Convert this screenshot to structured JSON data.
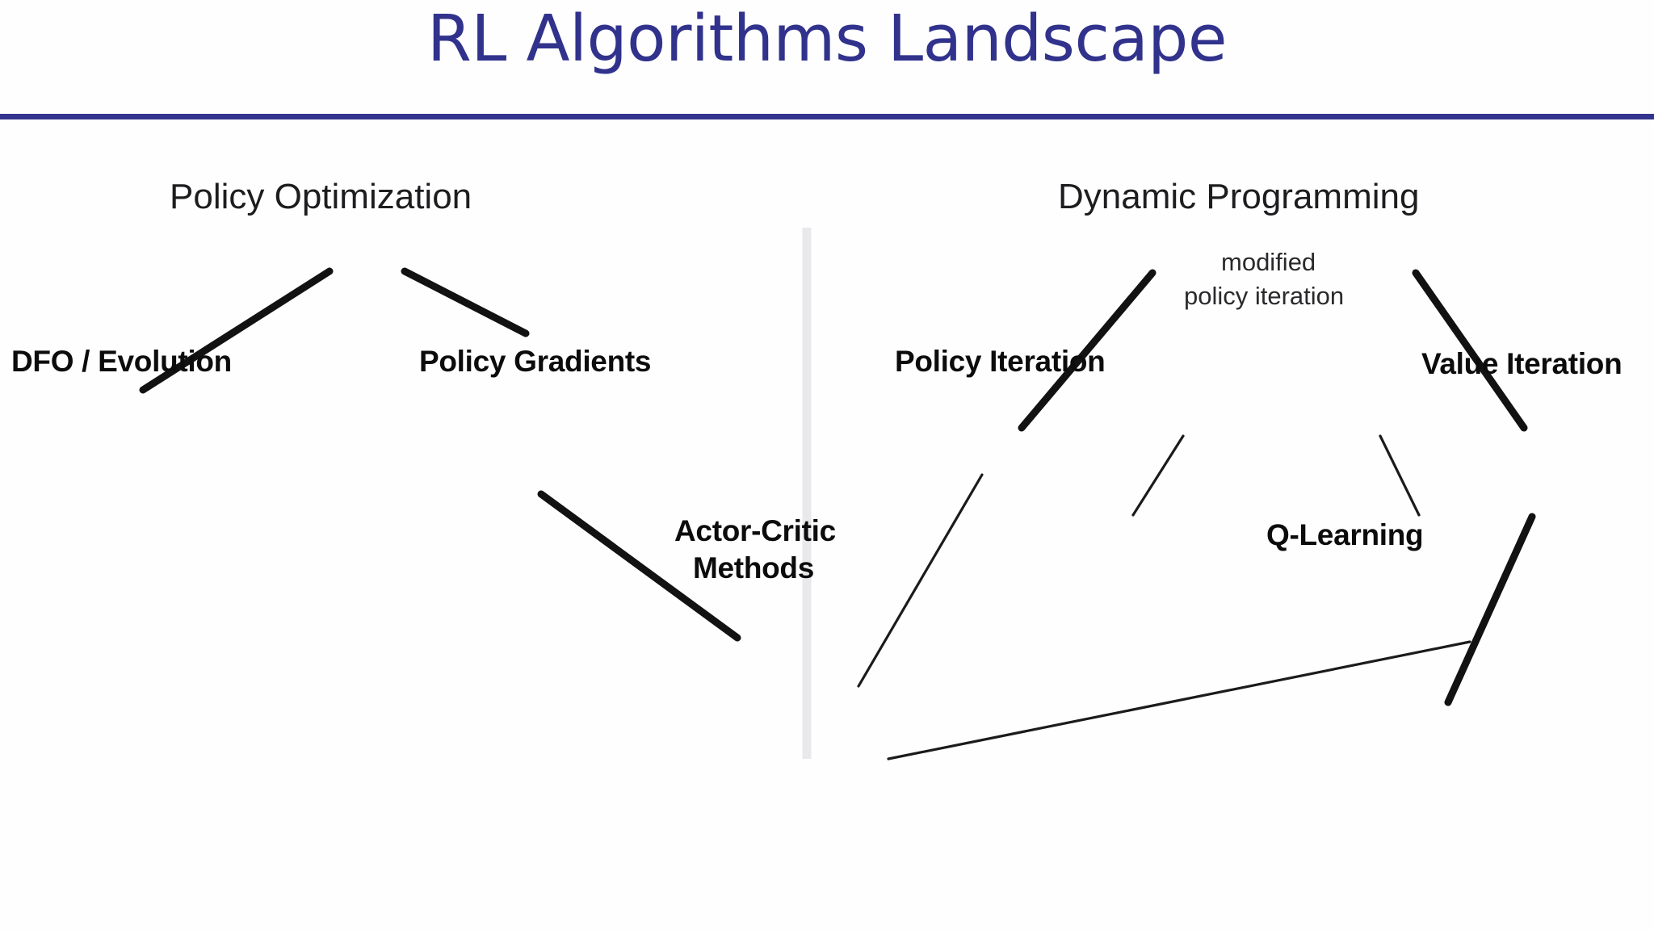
{
  "slide": {
    "title": "RL Algorithms Landscape",
    "title_color": "#31328c",
    "rule_color": "#33348d",
    "background": "#fefeff"
  },
  "diagram": {
    "divider_color": "#e9e9ec",
    "edge_color": "#121212",
    "nodes": {
      "policy_optimization": "Policy Optimization",
      "dfo_evolution": "DFO / Evolution",
      "policy_gradients": "Policy Gradients",
      "actor_critic_line1": "Actor-Critic",
      "actor_critic_line2": "Methods",
      "dynamic_programming": "Dynamic Programming",
      "policy_iteration": "Policy Iteration",
      "value_iteration": "Value Iteration",
      "q_learning": "Q-Learning",
      "modified_line1": "modified",
      "modified_line2": "policy iteration"
    }
  }
}
